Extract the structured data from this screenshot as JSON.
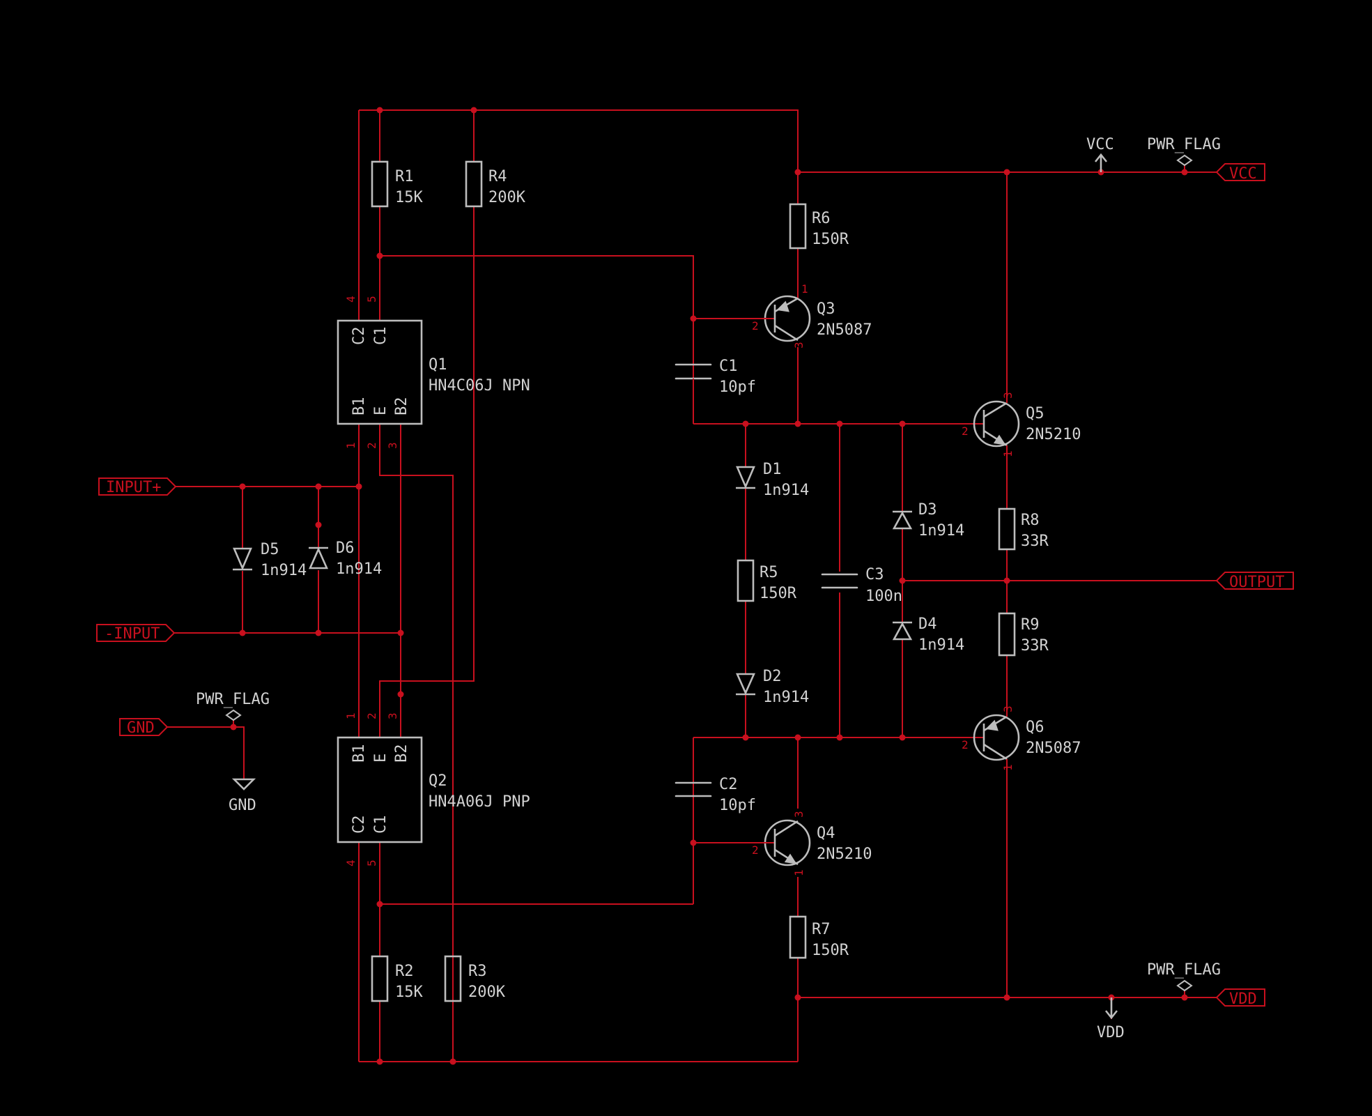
{
  "schematic": {
    "components": {
      "R1": {
        "ref": "R1",
        "value": "15K"
      },
      "R2": {
        "ref": "R2",
        "value": "15K"
      },
      "R3": {
        "ref": "R3",
        "value": "200K"
      },
      "R4": {
        "ref": "R4",
        "value": "200K"
      },
      "R5": {
        "ref": "R5",
        "value": "150R"
      },
      "R6": {
        "ref": "R6",
        "value": "150R"
      },
      "R7": {
        "ref": "R7",
        "value": "150R"
      },
      "R8": {
        "ref": "R8",
        "value": "33R"
      },
      "R9": {
        "ref": "R9",
        "value": "33R"
      },
      "C1": {
        "ref": "C1",
        "value": "10pf"
      },
      "C2": {
        "ref": "C2",
        "value": "10pf"
      },
      "C3": {
        "ref": "C3",
        "value": "100n"
      },
      "D1": {
        "ref": "D1",
        "value": "1n914"
      },
      "D2": {
        "ref": "D2",
        "value": "1n914"
      },
      "D3": {
        "ref": "D3",
        "value": "1n914"
      },
      "D4": {
        "ref": "D4",
        "value": "1n914"
      },
      "D5": {
        "ref": "D5",
        "value": "1n914"
      },
      "D6": {
        "ref": "D6",
        "value": "1n914"
      },
      "Q1": {
        "ref": "Q1",
        "value": "HN4C06J NPN"
      },
      "Q2": {
        "ref": "Q2",
        "value": "HN4A06J PNP"
      },
      "Q3": {
        "ref": "Q3",
        "value": "2N5087"
      },
      "Q4": {
        "ref": "Q4",
        "value": "2N5210"
      },
      "Q5": {
        "ref": "Q5",
        "value": "2N5210"
      },
      "Q6": {
        "ref": "Q6",
        "value": "2N5087"
      }
    },
    "q1_pins": {
      "c2": "C2",
      "c1": "C1",
      "b1": "B1",
      "e": "E",
      "b2": "B2",
      "n4": "4",
      "n5": "5",
      "n1": "1",
      "n2": "2",
      "n3": "3"
    },
    "q2_pins": {
      "c2": "C2",
      "c1": "C1",
      "b1": "B1",
      "e": "E",
      "b2": "B2",
      "n4": "4",
      "n5": "5",
      "n1": "1",
      "n2": "2",
      "n3": "3"
    },
    "bjt_pins": {
      "n1": "1",
      "n2": "2",
      "n3": "3"
    },
    "ports": {
      "input_plus": "INPUT+",
      "input_minus": "-INPUT",
      "gnd": "GND",
      "vcc": "VCC",
      "vdd": "VDD",
      "output": "OUTPUT"
    },
    "power": {
      "vcc": "VCC",
      "vdd": "VDD",
      "gnd": "GND",
      "pwr_flag": "PWR_FLAG"
    }
  },
  "colors": {
    "background": "#000000",
    "wire": "#c8101e",
    "component": "#bdbdbd",
    "text": "#d2d2d2"
  }
}
